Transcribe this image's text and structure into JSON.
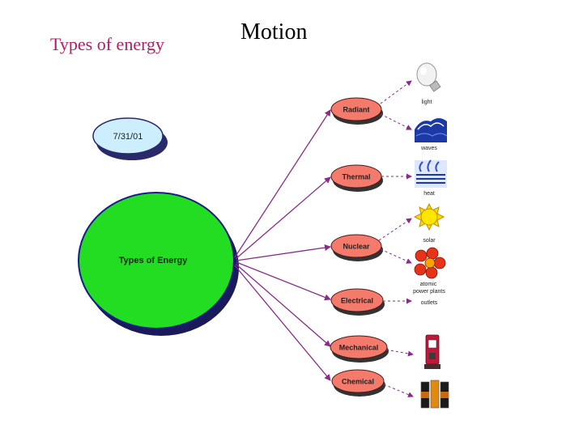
{
  "slide": {
    "title": "Types of energy",
    "heading": "Motion"
  },
  "diagram": {
    "date_bubble": "7/31/01",
    "center": "Types of Energy",
    "nodes": [
      {
        "id": "radiant",
        "label": "Radiant"
      },
      {
        "id": "thermal",
        "label": "Thermal"
      },
      {
        "id": "nuclear",
        "label": "Nuclear"
      },
      {
        "id": "electrical",
        "label": "Electrical"
      },
      {
        "id": "mechanical",
        "label": "Mechanical"
      },
      {
        "id": "chemical",
        "label": "Chemical"
      }
    ],
    "examples": [
      {
        "id": "light",
        "label": "light",
        "icon": "lightbulb-icon"
      },
      {
        "id": "waves",
        "label": "waves",
        "icon": "waves-icon"
      },
      {
        "id": "heat",
        "label": "heat",
        "icon": "heat-icon"
      },
      {
        "id": "solar",
        "label": "solar",
        "icon": "sun-icon"
      },
      {
        "id": "atomic",
        "label": "atomic\npower plants",
        "icon": "atom-icon"
      },
      {
        "id": "outlets",
        "label": "outlets",
        "icon": ""
      },
      {
        "id": "machine",
        "label": "",
        "icon": "machine-icon"
      },
      {
        "id": "batteries",
        "label": "",
        "icon": "batteries-icon"
      }
    ],
    "colors": {
      "center_fill": "#22dd22",
      "center_stroke": "#1a1a8c",
      "node_fill": "#f47a6c",
      "date_fill": "#cdeefc",
      "arrow": "#8a2a8a",
      "title": "#b02060"
    }
  }
}
